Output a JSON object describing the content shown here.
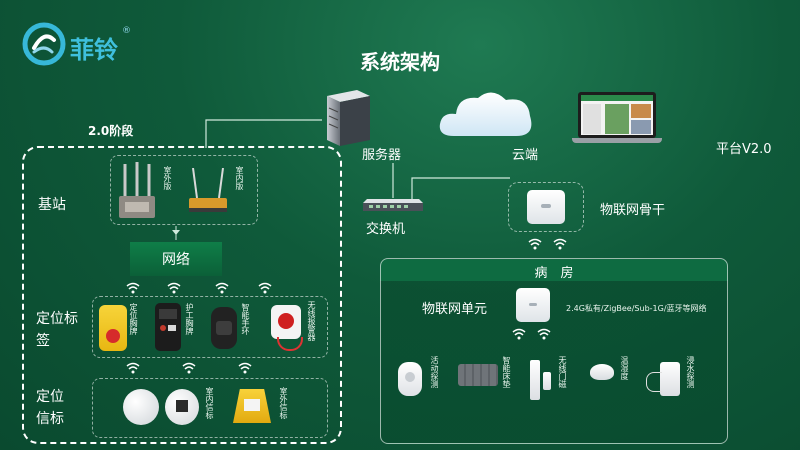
{
  "brand": {
    "name": "菲铃",
    "registered": "®"
  },
  "page_title": "系统架构",
  "stage_label": "2.0阶段",
  "server_label": "服务器",
  "cloud_label": "云端",
  "platform_label": "平台V2.0",
  "switch_label": "交换机",
  "iot_backbone_label": "物联网骨干",
  "base_station": {
    "label": "基站",
    "outdoor": "室外版",
    "indoor": "室内版"
  },
  "network_label": "网络",
  "tags": {
    "label": "定位标签",
    "items": [
      "定位胸牌",
      "护工胸牌",
      "智能手环",
      "无线报警器"
    ]
  },
  "beacons": {
    "label": "定位信标",
    "items": [
      "室内信标",
      "室外信标"
    ]
  },
  "ward": {
    "label": "病　房",
    "unit_label": "物联网单元",
    "network_note": "2.4G私有/ZigBee/Sub-1G/蓝牙等网络",
    "sensors": [
      "活动探测",
      "智能床垫",
      "无线门磁",
      "温湿度",
      "浸水探测"
    ]
  },
  "colors": {
    "background": "#0f5a3a",
    "accent_green": "#1fa05a",
    "box_dark": "#0d4a30",
    "network_bar": "#0e7a45"
  }
}
